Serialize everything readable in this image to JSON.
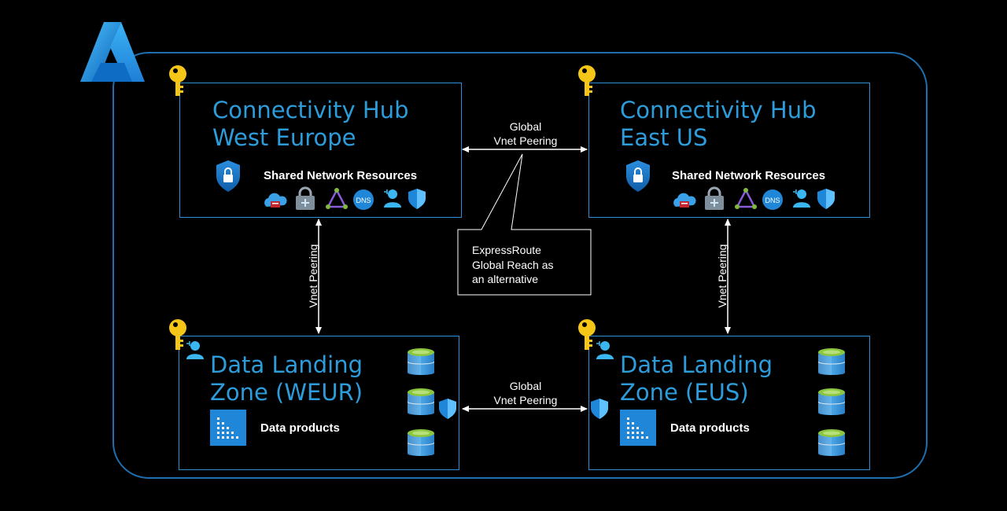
{
  "hubs": [
    {
      "title_line1": "Connectivity Hub",
      "title_line2": "West Europe",
      "subtitle": "Shared Network Resources"
    },
    {
      "title_line1": "Connectivity Hub",
      "title_line2": "East US",
      "subtitle": "Shared Network Resources"
    }
  ],
  "zones": [
    {
      "title_line1": "Data Landing",
      "title_line2": "Zone (WEUR)",
      "products_label": "Data products"
    },
    {
      "title_line1": "Data Landing",
      "title_line2": "Zone (EUS)",
      "products_label": "Data products"
    }
  ],
  "peering": {
    "global_line1": "Global",
    "global_line2": "Vnet Peering",
    "vnet": "Vnet Peering"
  },
  "callout": {
    "line1": "ExpressRoute",
    "line2": "Global Reach as",
    "line3": "an alternative"
  },
  "network_icons": [
    "vpn-gateway-icon",
    "firewall-icon",
    "virtual-network-icon",
    "dns-icon",
    "user-identity-icon",
    "security-shield-icon"
  ],
  "colors": {
    "accent": "#2d9cdb",
    "border": "#2f8fd6",
    "outer_border": "#1f6fb0",
    "key": "#f5c518",
    "database_top": "#8cc63f",
    "background": "#000000"
  }
}
